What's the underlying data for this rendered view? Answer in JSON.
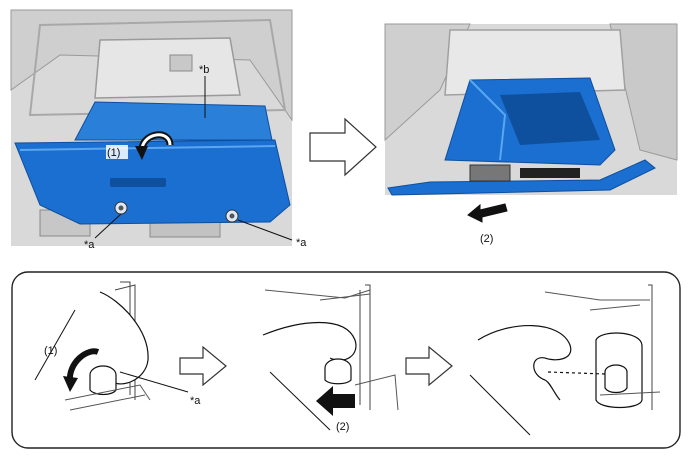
{
  "colors": {
    "blue_main": "#1a6fd0",
    "blue_light": "#3a8fe6",
    "blue_dark": "#0e4f9e",
    "panel_gray": "#dcdcdc",
    "panel_gray_dark": "#bfbfbf",
    "line": "#1a1a1a",
    "arrow_fill": "#ffffff",
    "push_arrow": "#111111"
  },
  "top_left": {
    "label_b": "*b",
    "label_step1": "(1)",
    "label_a_left": "*a",
    "label_a_right": "*a"
  },
  "top_right": {
    "label_step2": "(2)"
  },
  "bottom": {
    "label_step1": "(1)",
    "label_a": "*a",
    "label_step2": "(2)"
  },
  "icons": {
    "rotate": "rotate-arrow-icon",
    "next": "next-step-arrow-icon",
    "push": "push-arrow-icon"
  }
}
